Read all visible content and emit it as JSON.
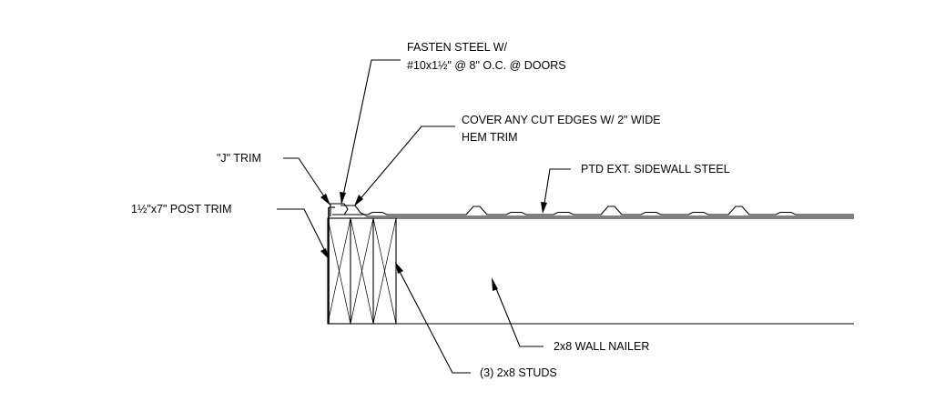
{
  "labels": {
    "fasten_line1": "FASTEN STEEL W/",
    "fasten_line2": "#10x1½\" @ 8\" O.C. @ DOORS",
    "cover_line1": "COVER ANY CUT EDGES W/ 2\" WIDE",
    "cover_line2": "HEM TRIM",
    "j_trim": "\"J\" TRIM",
    "post_trim": "1½\"x7\" POST TRIM",
    "sidewall_steel": "PTD EXT. SIDEWALL STEEL",
    "wall_nailer": "2x8 WALL NAILER",
    "studs": "(3) 2x8 STUDS"
  },
  "icons": {
    "leader_arrow": "arrowhead"
  }
}
